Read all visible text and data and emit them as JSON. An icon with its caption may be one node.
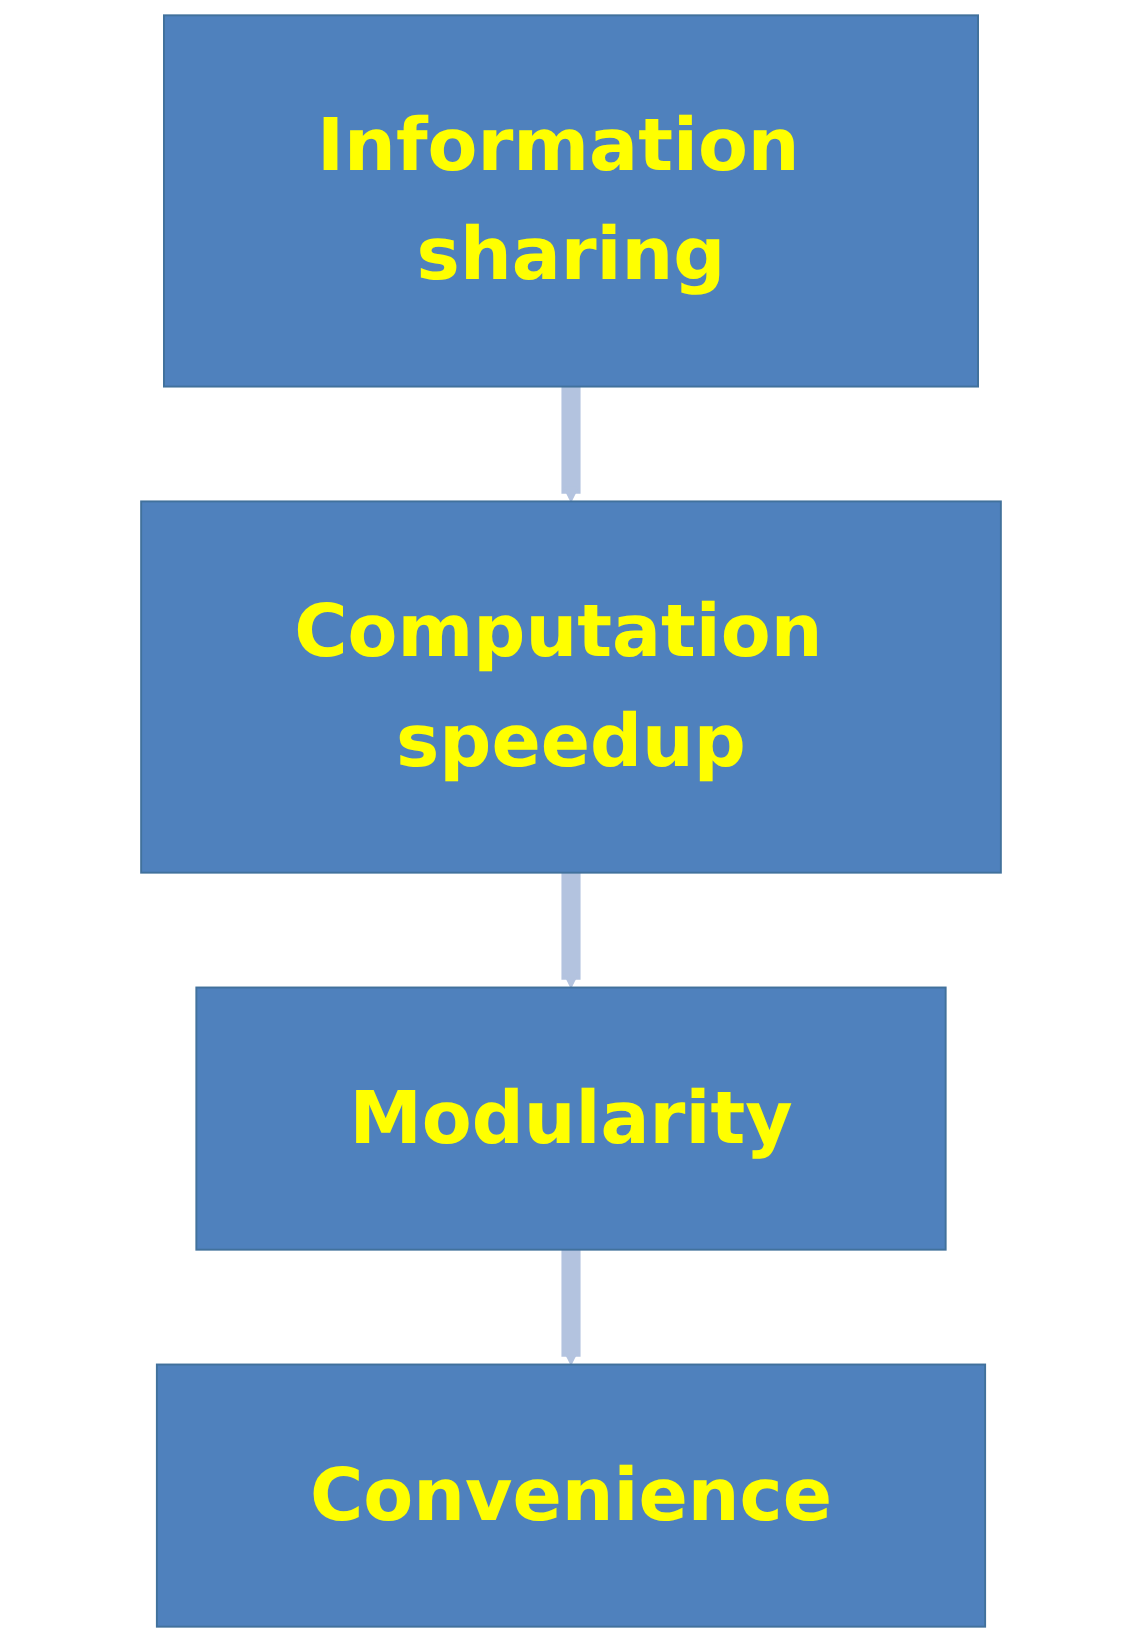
{
  "diagram": {
    "nodes": [
      {
        "text": [
          "Information sharing"
        ]
      },
      {
        "text": [
          "Computation speedup"
        ]
      },
      {
        "text": [
          "Modularity"
        ]
      },
      {
        "text": [
          "Convenience"
        ]
      }
    ],
    "edges": [
      {
        "from": 0,
        "to": 1,
        "arrow": "to"
      },
      {
        "from": 1,
        "to": 2,
        "arrow": "to"
      },
      {
        "from": 2,
        "to": 3,
        "arrow": "to"
      }
    ]
  }
}
